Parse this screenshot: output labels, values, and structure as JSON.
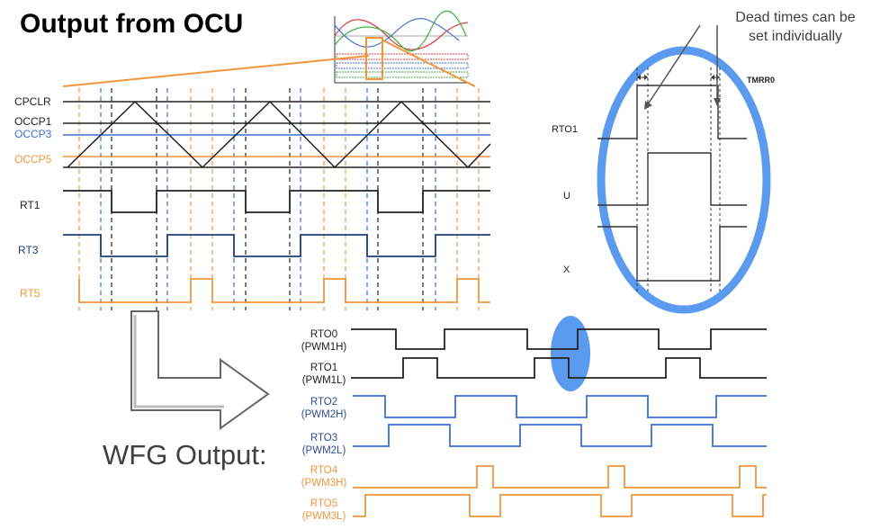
{
  "title": "Output from OCU",
  "wfg_label": "WFG Output:",
  "note": {
    "line1": "Dead times can be",
    "line2": "set individually"
  },
  "timer_labels": [
    "CPCLR",
    "OCCP1",
    "OCCP3",
    "OCCP5"
  ],
  "rt_labels": [
    "RT1",
    "RT3",
    "RT5"
  ],
  "zoom_labels": {
    "rto1": "RTO1",
    "u": "U",
    "x": "X",
    "tmrr0": "TMRR0"
  },
  "wfg_outputs": [
    {
      "line1": "RTO0",
      "line2": "(PWM1H)",
      "color": "#222222"
    },
    {
      "line1": "RTO1",
      "line2": "(PWM1L)",
      "color": "#222222"
    },
    {
      "line1": "RTO2",
      "line2": "(PWM2H)",
      "color": "#2d4d8f"
    },
    {
      "line1": "RTO3",
      "line2": "(PWM2L)",
      "color": "#2d4d8f"
    },
    {
      "line1": "RTO4",
      "line2": "(PWM3H)",
      "color": "#e8821e"
    },
    {
      "line1": "RTO5",
      "line2": "(PWM3L)",
      "color": "#e8821e"
    }
  ],
  "colors": {
    "black": "#222222",
    "blue": "#3b6fd6",
    "navy": "#1f3f7a",
    "orange": "#f0963a",
    "highlight": "#5b9bef",
    "green": "#3cb043",
    "red": "#e03c3c"
  }
}
